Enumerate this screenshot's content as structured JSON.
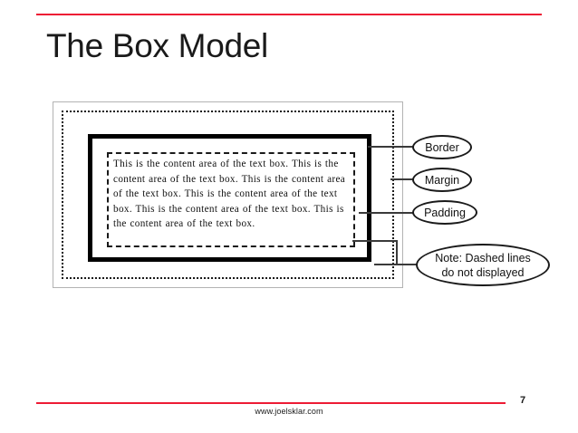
{
  "slide": {
    "title": "The Box Model",
    "accent_color": "#ed1b34",
    "page_number": "7",
    "footer_url": "www.joelsklar.com"
  },
  "diagram": {
    "content_text": "This is the content area of the text box. This is the content area of the text box. This is the content area of the text box. This is the content area of the text box. This is the content area of the text box. This is the content area of the text box.",
    "callouts": [
      {
        "label": "Border"
      },
      {
        "label": "Margin"
      },
      {
        "label": "Padding"
      }
    ],
    "note": {
      "line1": "Note: Dashed lines",
      "line2": "do not displayed"
    }
  }
}
